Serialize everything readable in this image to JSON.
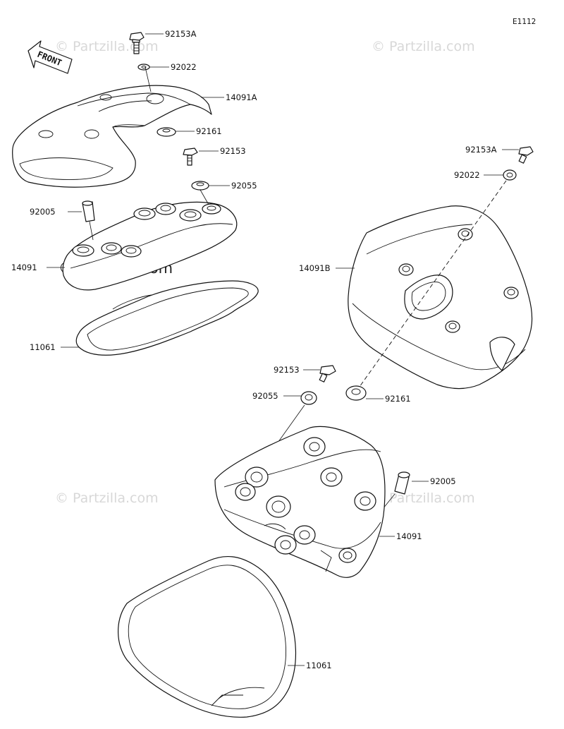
{
  "diagram_code": "E1112",
  "watermark": "© Partzilla.com",
  "front_label": "FRONT",
  "callouts": {
    "c1": "92153A",
    "c2": "92022",
    "c3": "14091A",
    "c4": "92161",
    "c5": "92153",
    "c6": "92055",
    "c7": "92005",
    "c8": "14091",
    "c9": "11061",
    "c10": "92153A",
    "c11": "92022",
    "c12": "14091B",
    "c13": "92153",
    "c14": "92055",
    "c15": "92161",
    "c16": "92005",
    "c17": "14091",
    "c18": "11061"
  }
}
